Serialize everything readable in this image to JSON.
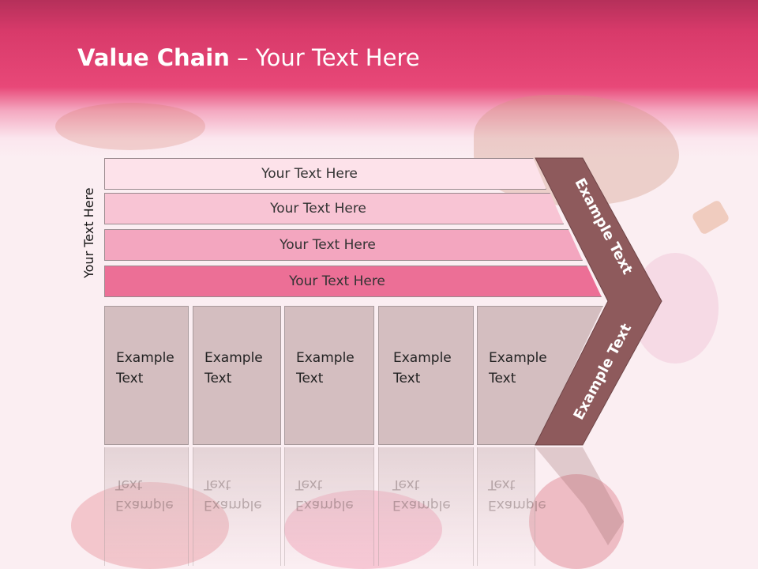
{
  "title": {
    "bold": "Value Chain",
    "rest": " – Your Text Here"
  },
  "vertical_label": "Your Text Here",
  "rows": [
    {
      "label": "Your Text Here",
      "color": "#fde2ea"
    },
    {
      "label": "Your Text Here",
      "color": "#f8c4d4"
    },
    {
      "label": "Your Text Here",
      "color": "#f3a6bf"
    },
    {
      "label": "Your Text Here",
      "color": "#ec6f96"
    }
  ],
  "columns": [
    {
      "line1": "Example",
      "line2": "Text"
    },
    {
      "line1": "Example",
      "line2": "Text"
    },
    {
      "line1": "Example",
      "line2": "Text"
    },
    {
      "line1": "Example",
      "line2": "Text"
    },
    {
      "line1": "Example",
      "line2": "Text"
    }
  ],
  "arrow": {
    "top_label": "Example Text",
    "bottom_label": "Example Text",
    "color": "#8e5a5c"
  },
  "colors": {
    "header": "#e84878",
    "background": "#fbeef2"
  }
}
